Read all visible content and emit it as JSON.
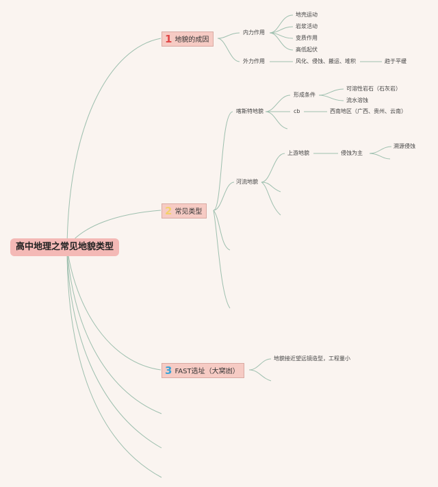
{
  "title": "高中地理之常见地貌类型",
  "colors": {
    "background": "#faf4f0",
    "link": "#9dbfae",
    "root_fill": "#f4b9b6",
    "branch_fill": "#f6cbc4",
    "num1": "#e04848",
    "num2": "#f3d06a",
    "num3": "#3aa3d6"
  },
  "branches": [
    {
      "num": "1",
      "label": "地貌的成因",
      "children": [
        {
          "label": "内力作用",
          "children": [
            "地壳运动",
            "岩浆活动",
            "变质作用",
            "高低起伏"
          ]
        },
        {
          "label": "外力作用",
          "children": [
            "风化、侵蚀、搬运、堆积"
          ],
          "result": "趋于平缓"
        }
      ]
    },
    {
      "num": "2",
      "label": "常见类型",
      "children": [
        {
          "label": "喀斯特地貌",
          "children": [
            {
              "label": "形成条件",
              "children": [
                "可溶性岩石（石灰岩）",
                "流水溶蚀"
              ]
            },
            {
              "label": "cb",
              "children": [
                "西南地区（广西、贵州、云南）"
              ]
            }
          ]
        },
        {
          "label": "河流地貌",
          "children": [
            {
              "label": "上游地貌",
              "children": [
                "侵蚀为主"
              ],
              "result": "溯源侵蚀"
            }
          ]
        }
      ]
    },
    {
      "num": "3",
      "label": "FAST选址（大窝凼）",
      "children": [
        "地貌接近望远镜造型，工程量小"
      ]
    }
  ]
}
